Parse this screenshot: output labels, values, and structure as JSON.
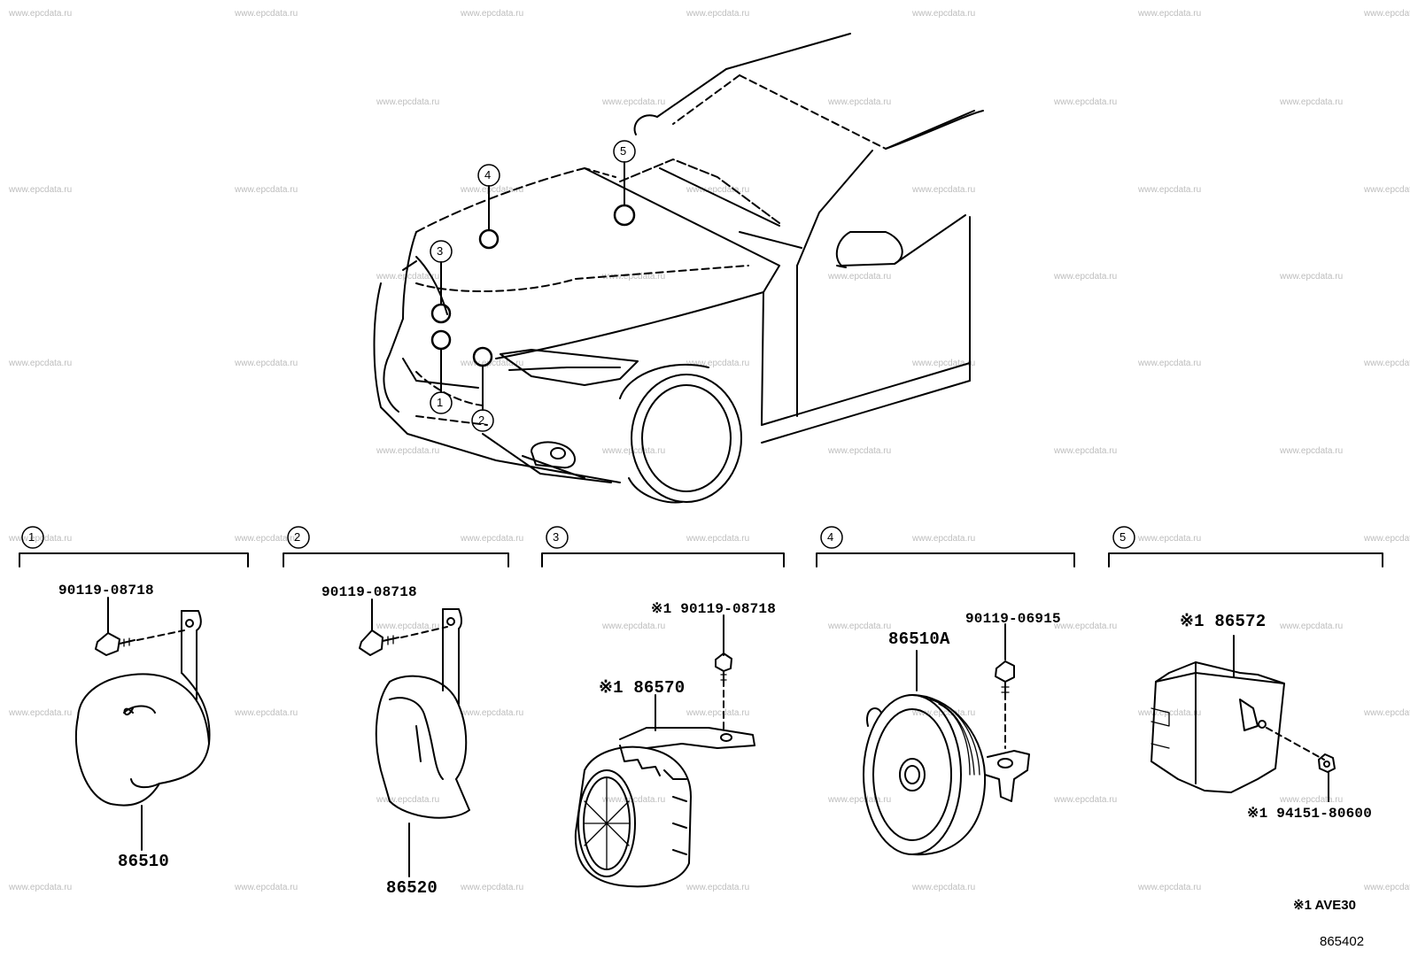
{
  "watermark": "www.epcdata.ru",
  "callouts": [
    "1",
    "2",
    "3",
    "4",
    "5"
  ],
  "sections": [
    {
      "num": "1",
      "parts": [
        "90119-08718",
        "86510"
      ]
    },
    {
      "num": "2",
      "parts": [
        "90119-08718",
        "86520"
      ]
    },
    {
      "num": "3",
      "parts": [
        "※1 90119-08718",
        "※1 86570"
      ]
    },
    {
      "num": "4",
      "parts": [
        "90119-06915",
        "86510A"
      ]
    },
    {
      "num": "5",
      "parts": [
        "※1 86572",
        "※1 94151-80600"
      ]
    }
  ],
  "footnote": "※1 AVE30",
  "diagram_id": "865402"
}
